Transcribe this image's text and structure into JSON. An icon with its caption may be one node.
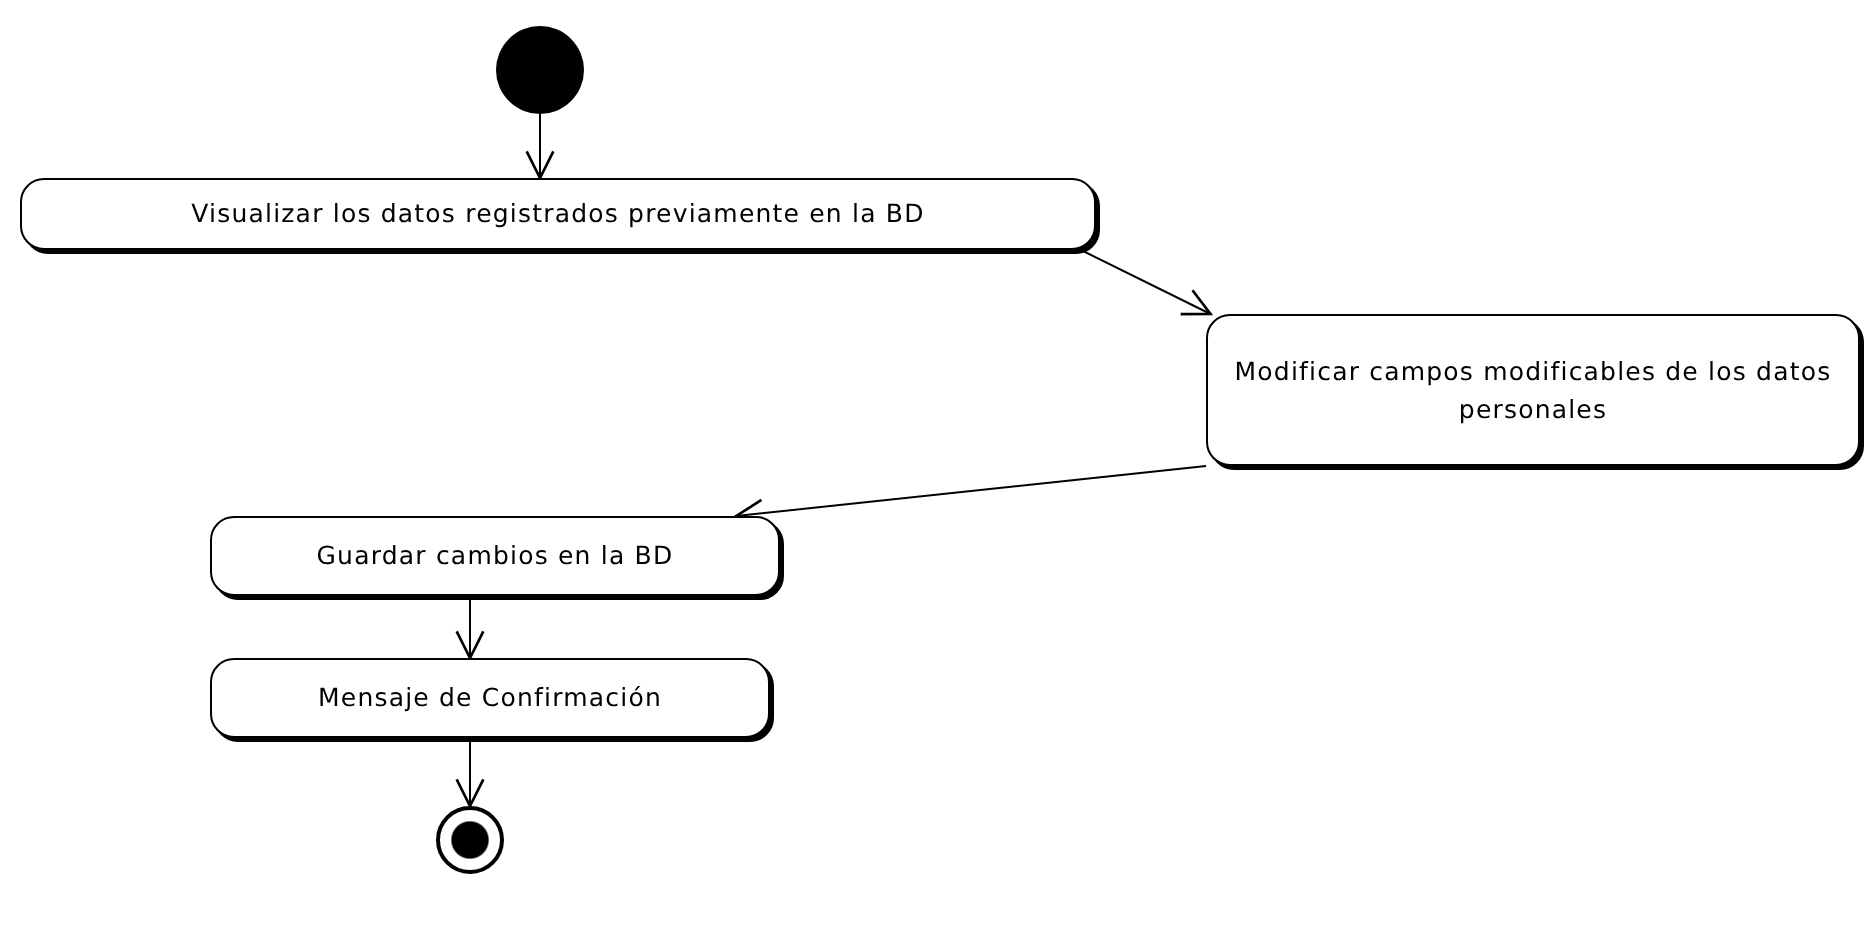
{
  "diagram": {
    "nodes": [
      {
        "text": [],
        "shape": "circle"
      },
      {
        "text": [
          "Visualizar los datos registrados previamente en la BD"
        ]
      },
      {
        "text": [
          "Modificar campos modificables de los datos personales"
        ]
      },
      {
        "text": [
          "Guardar cambios en la BD"
        ]
      },
      {
        "text": [
          "Mensaje de Confirmación"
        ]
      },
      {
        "text": [],
        "shape": "circle"
      }
    ],
    "edges": [
      {
        "from": 0,
        "to": 1,
        "arrow": "to"
      },
      {
        "from": 1,
        "to": 2,
        "arrow": "to"
      },
      {
        "from": 2,
        "to": 3,
        "arrow": "to"
      },
      {
        "from": 3,
        "to": 4,
        "arrow": "to"
      },
      {
        "from": 4,
        "to": 5,
        "arrow": "to"
      }
    ]
  }
}
